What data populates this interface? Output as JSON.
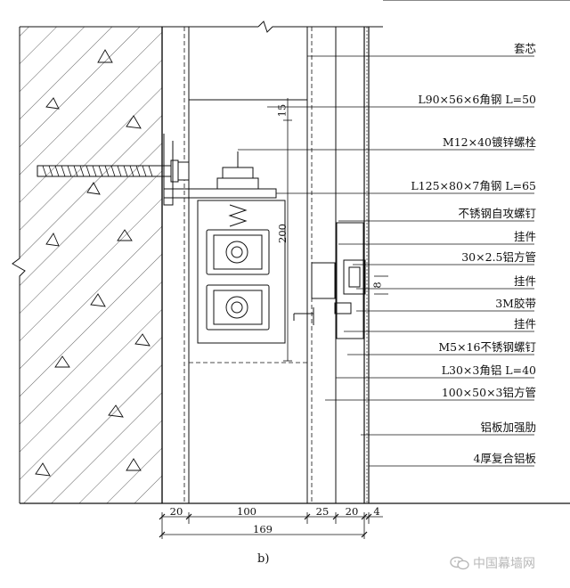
{
  "labels": [
    "套芯",
    "L90×56×6角钢 L=50",
    "M12×40镀锌螺栓",
    "L125×80×7角钢 L=65",
    "不锈钢自攻螺钉",
    "挂件",
    "30×2.5铝方管",
    "挂件",
    "3M胶带",
    "挂件",
    "M5×16不锈钢螺钉",
    "L30×3角铝 L=40",
    "100×50×3铝方管",
    "铝板加强肋",
    "4厚复合铝板"
  ],
  "dims": {
    "d15": "15",
    "d200": "200",
    "d8": "8",
    "b20a": "20",
    "b100": "100",
    "b25": "25",
    "b20b": "20",
    "b4": "4",
    "total": "169"
  },
  "figure_label": "b)",
  "watermark": "中国幕墙网"
}
